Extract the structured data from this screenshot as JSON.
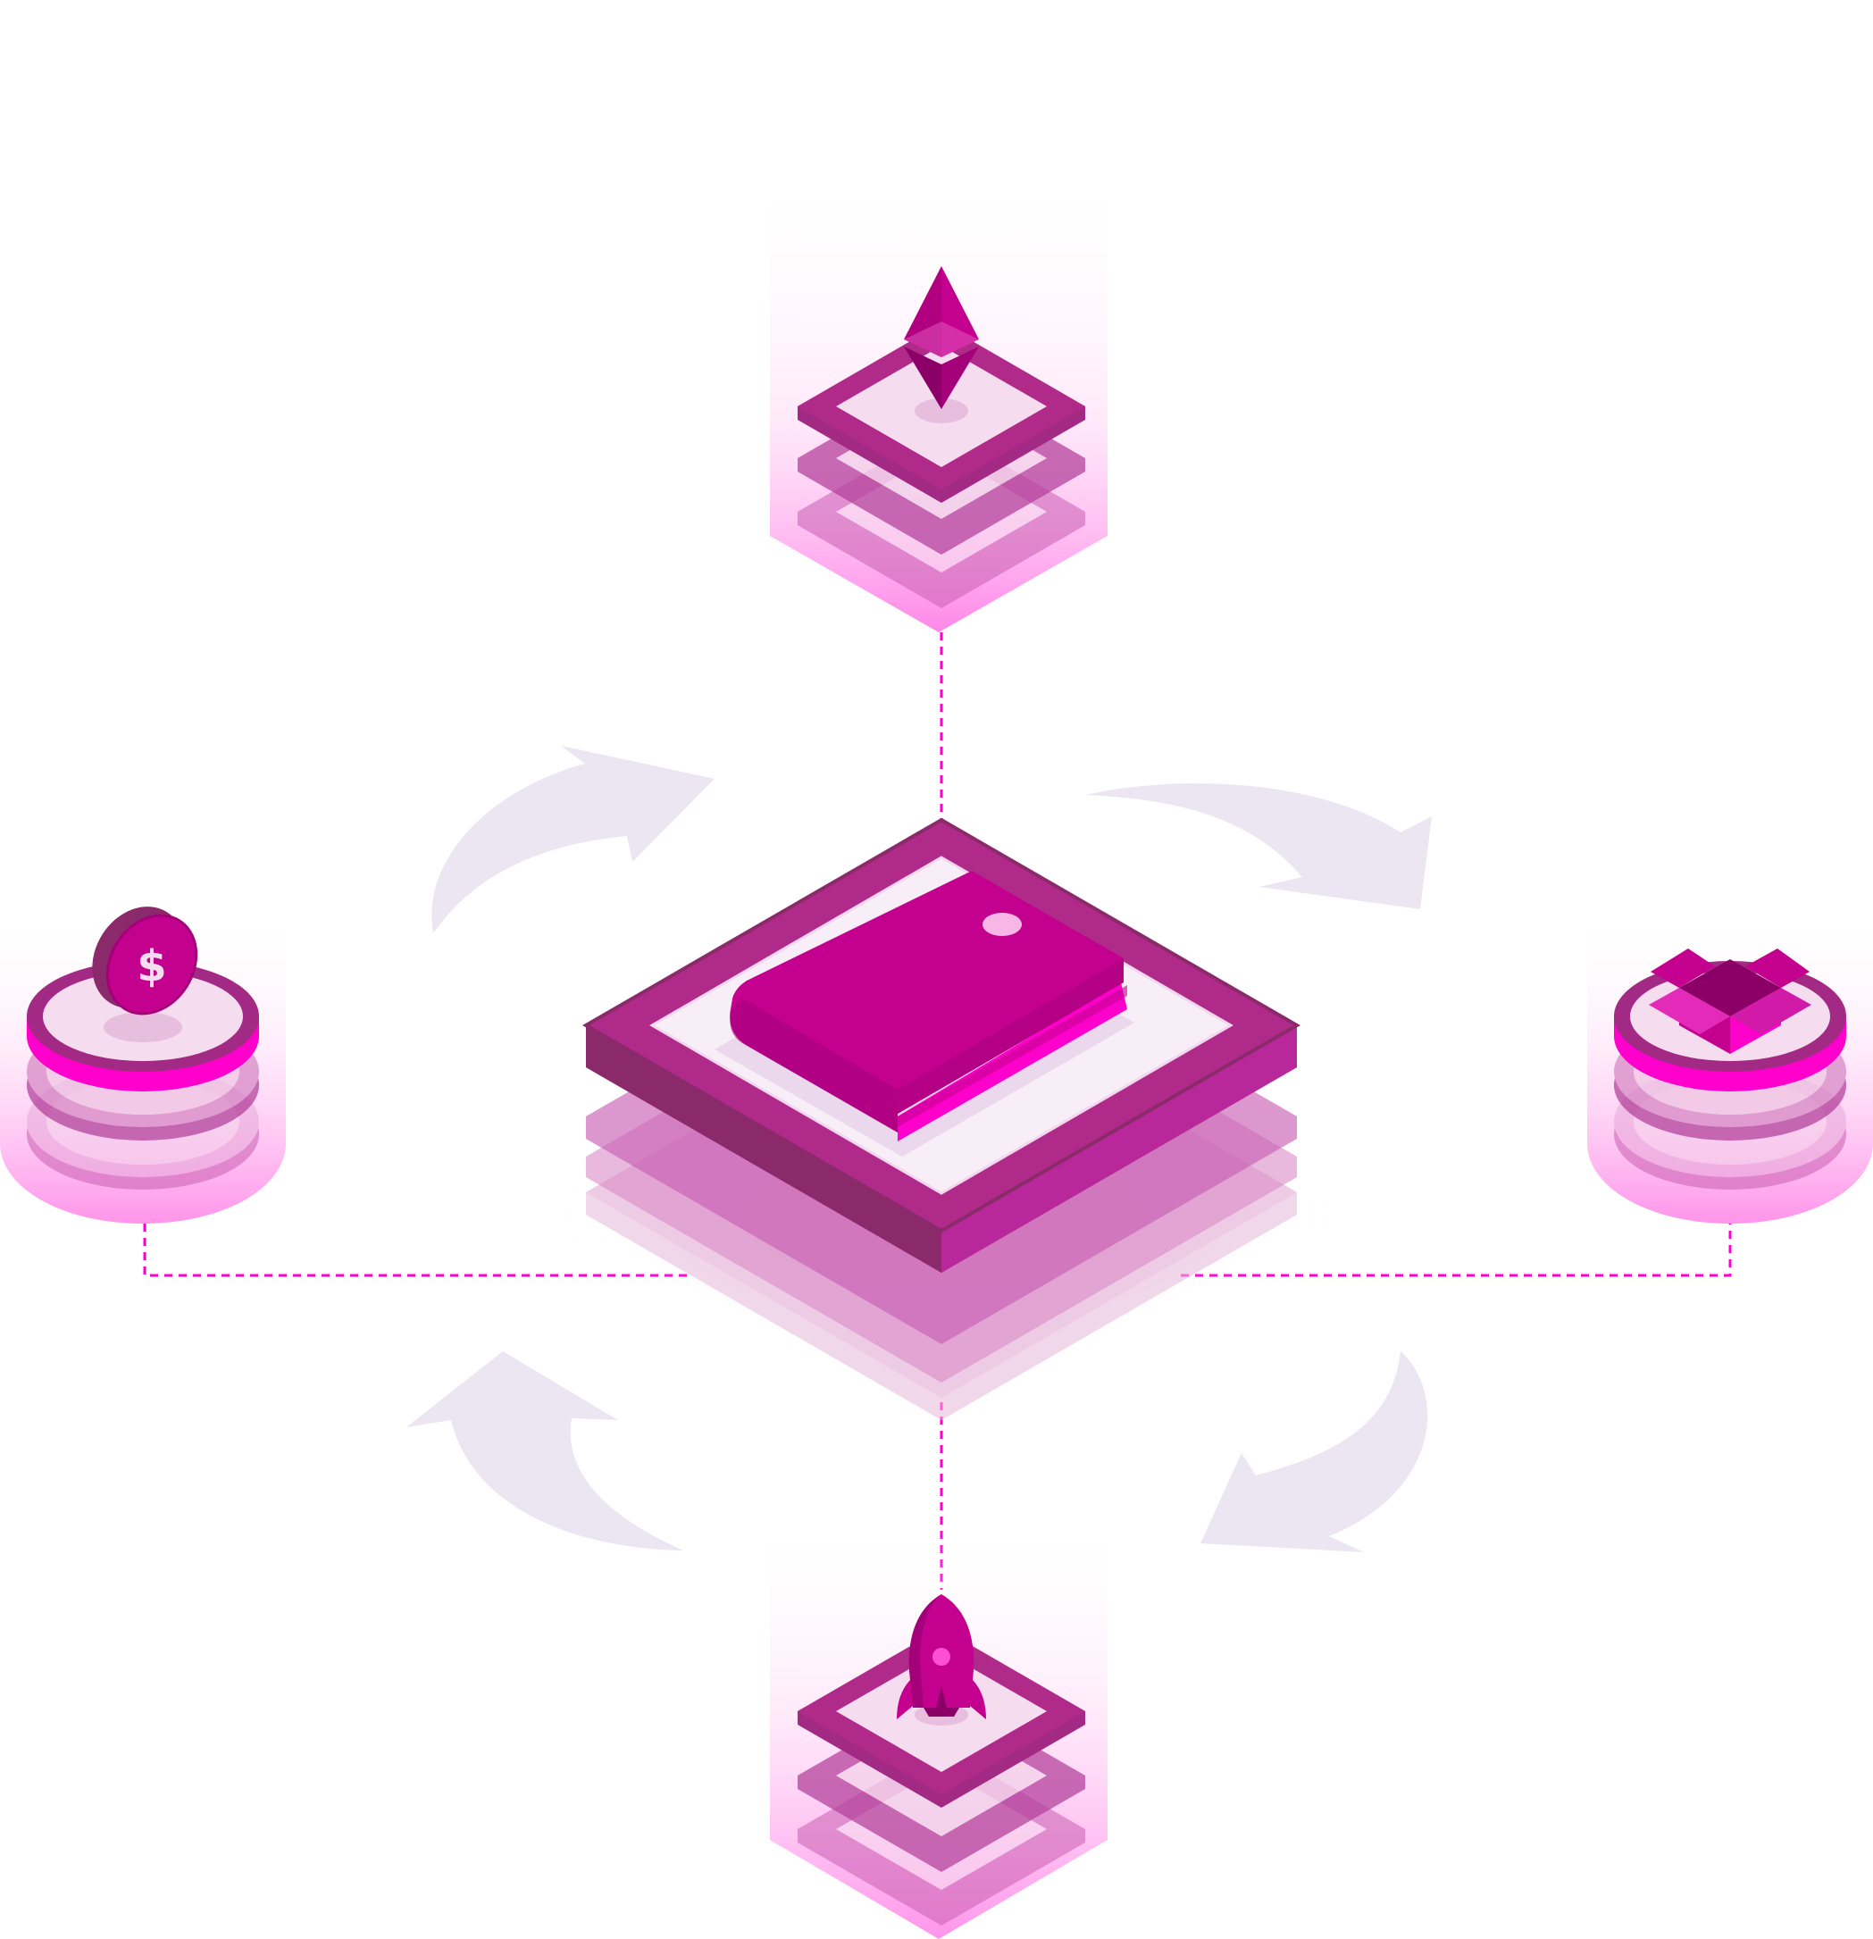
{
  "diagram": {
    "type": "hub-and-spoke isometric illustration",
    "hub": {
      "icon": "wallet-icon"
    },
    "nodes": [
      {
        "id": "top",
        "icon": "ethereum-icon"
      },
      {
        "id": "left",
        "icon": "dollar-coin-icon",
        "glyph": "$"
      },
      {
        "id": "right",
        "icon": "open-box-icon"
      },
      {
        "id": "bottom",
        "icon": "rocket-icon"
      }
    ],
    "flow_arrows": [
      {
        "icon": "curved-arrow-icon",
        "direction": "clockwise"
      },
      {
        "icon": "curved-arrow-icon",
        "direction": "clockwise"
      },
      {
        "icon": "curved-arrow-icon",
        "direction": "clockwise"
      },
      {
        "icon": "curved-arrow-icon",
        "direction": "clockwise"
      }
    ],
    "connector_style": "dashed",
    "colors": {
      "primary": "#c4008e",
      "dark": "#8b2a6b",
      "mid": "#b02a8a",
      "accent": "#ff00cc",
      "light": "#f6dcef",
      "pale": "#fce8f6",
      "arrow": "#ebe6f1"
    }
  }
}
